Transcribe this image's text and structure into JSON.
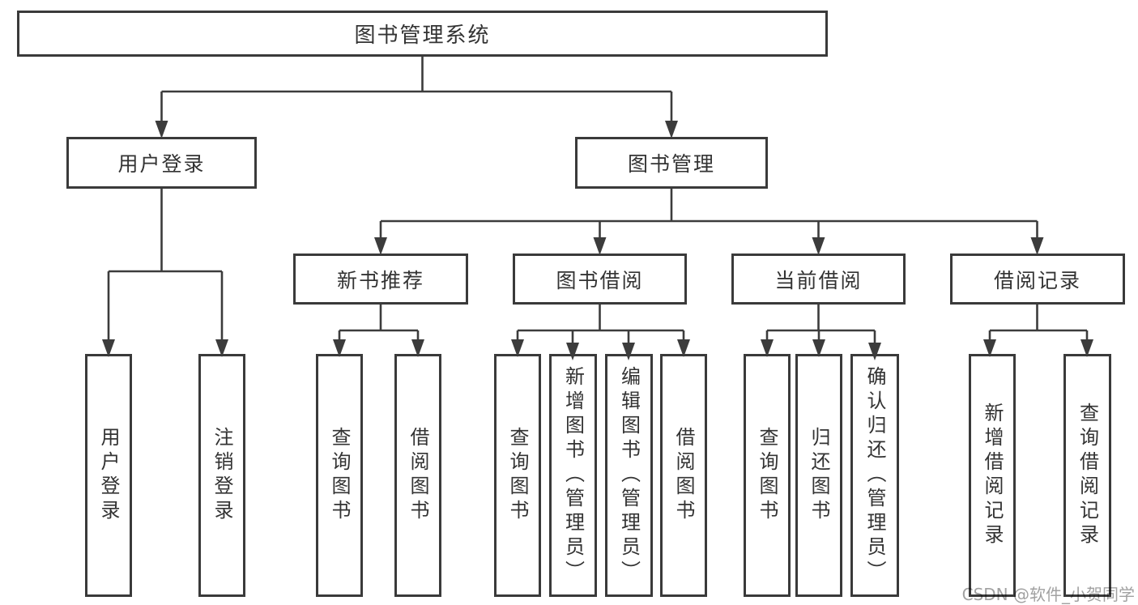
{
  "diagram": {
    "root": {
      "label": "图书管理系统"
    },
    "level2": {
      "user_login": {
        "label": "用户登录"
      },
      "book_mgmt": {
        "label": "图书管理"
      }
    },
    "level3": {
      "new_books": {
        "label": "新书推荐"
      },
      "borrowing": {
        "label": "图书借阅"
      },
      "current": {
        "label": "当前借阅"
      },
      "records": {
        "label": "借阅记录"
      }
    },
    "leaves": {
      "a1": {
        "label": "用户登录"
      },
      "a2": {
        "label": "注销登录"
      },
      "b1": {
        "label": "查询图书"
      },
      "b2": {
        "label": "借阅图书"
      },
      "c1": {
        "label": "查询图书"
      },
      "c2": {
        "label": "新增图书（管理员）"
      },
      "c3": {
        "label": "编辑图书（管理员）"
      },
      "c4": {
        "label": "借阅图书"
      },
      "d1": {
        "label": "查询图书"
      },
      "d2": {
        "label": "归还图书"
      },
      "d3": {
        "label": "确认归还（管理员）"
      },
      "e1": {
        "label": "新增借阅记录"
      },
      "e2": {
        "label": "查询借阅记录"
      }
    },
    "tree_summary": {
      "root": "图书管理系统",
      "children": [
        {
          "label": "用户登录",
          "children": [
            "用户登录",
            "注销登录"
          ]
        },
        {
          "label": "图书管理",
          "children": [
            {
              "label": "新书推荐",
              "children": [
                "查询图书",
                "借阅图书"
              ]
            },
            {
              "label": "图书借阅",
              "children": [
                "查询图书",
                "新增图书（管理员）",
                "编辑图书（管理员）",
                "借阅图书"
              ]
            },
            {
              "label": "当前借阅",
              "children": [
                "查询图书",
                "归还图书",
                "确认归还（管理员）"
              ]
            },
            {
              "label": "借阅记录",
              "children": [
                "新增借阅记录",
                "查询借阅记录"
              ]
            }
          ]
        }
      ]
    }
  },
  "watermark": {
    "text": "CSDN @软件_小贺同学"
  },
  "colors": {
    "background": "#ffffff",
    "box_border": "#3a3a3a",
    "line": "#3c3c3c",
    "text": "#333333",
    "watermark": "#919191"
  }
}
